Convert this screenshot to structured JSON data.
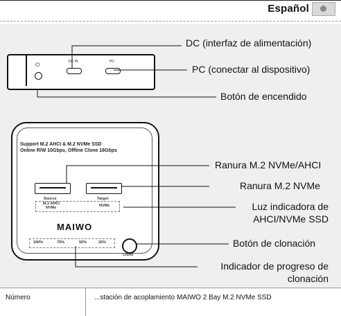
{
  "header": {
    "language": "Español",
    "flag_icon": "flag-icon"
  },
  "device_top": {
    "dc_in_label": "DC IN",
    "pc_label": "PC"
  },
  "device_front": {
    "spec_line1": "Support M.2 AHCI & M.2 NVMe SSD",
    "spec_line2": "Online R/W 10Gbps, Offline Clone 16Gbps",
    "source_label": "Source",
    "target_label": "Target",
    "source_led": [
      "M.2 AHCI",
      "NVMe"
    ],
    "target_led": "NVMe",
    "brand": "MAIWO",
    "progress": [
      "100%",
      "75%",
      "50%",
      "25%"
    ],
    "clone_label": "Clone"
  },
  "callouts": {
    "dc": "DC (interfaz de alimentación)",
    "pc": "PC (conectar al dispositivo)",
    "power": "Botón de encendido",
    "slot_ahci": "Ranura M.2 NVMe/AHCI",
    "slot_nvme": "Ranura M.2 NVMe",
    "led": [
      "Luz indicadora de",
      "AHCI/NVMe SSD"
    ],
    "clone": "Botón de clonación",
    "progress": [
      "Indicador de progreso de",
      "clonación"
    ]
  },
  "table": {
    "col1": "Número",
    "col2": "...stación de acoplamiento MAIWO 2 Bay M.2 NVMe SSD"
  }
}
